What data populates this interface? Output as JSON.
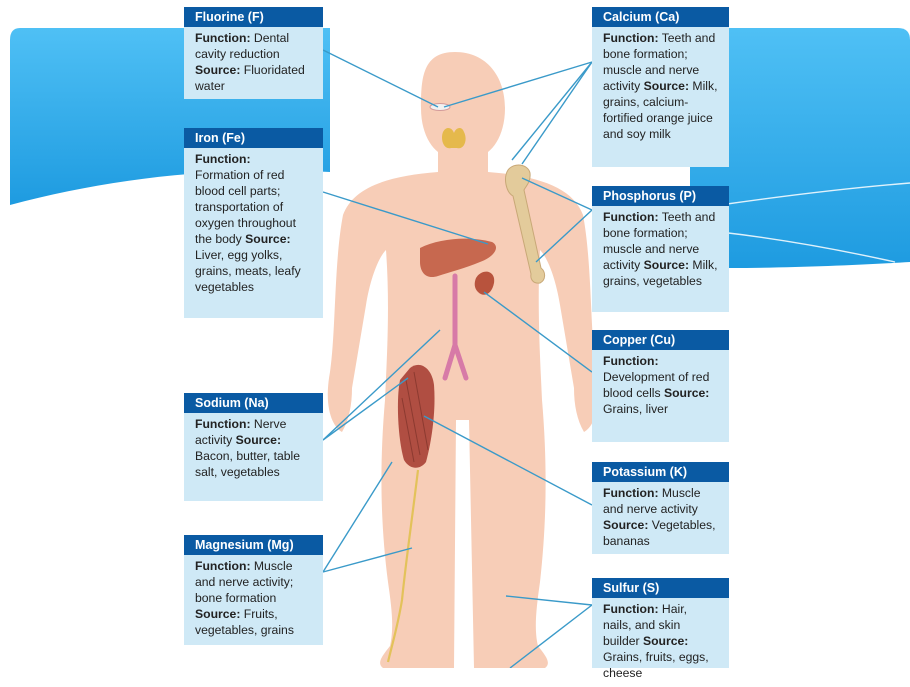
{
  "colors": {
    "header": "#0a5aa3",
    "box": "#cfe9f6",
    "skin": "#f7cdb7",
    "bone": "#e3cb9b",
    "liver": "#c7684f",
    "vessel": "#d77aa7",
    "muscle": "#b04e42",
    "nerve": "#e3c25a",
    "thyroid": "#e5b94c",
    "leader": "#3a9ac9",
    "slide_blue": "#3bb0f0"
  },
  "labels": {
    "function": "Function:",
    "source": "Source:"
  },
  "minerals": [
    {
      "id": "fluorine",
      "title": "Fluorine (F)",
      "function": "Dental cavity reduction",
      "source": "Fluoridated water"
    },
    {
      "id": "iron",
      "title": "Iron (Fe)",
      "function": "Formation of red blood cell parts; transportation of oxygen throughout the body",
      "source": "Liver, egg yolks, grains, meats, leafy vegetables"
    },
    {
      "id": "sodium",
      "title": "Sodium (Na)",
      "function": "Nerve activity",
      "source": "Bacon, butter, table salt, vegetables"
    },
    {
      "id": "magnesium",
      "title": "Magnesium (Mg)",
      "function": "Muscle and nerve activity; bone formation",
      "source": "Fruits, vegetables, grains"
    },
    {
      "id": "calcium",
      "title": "Calcium (Ca)",
      "function": "Teeth and bone formation; muscle and nerve activity",
      "source": "Milk, grains, calcium-fortified orange juice and soy milk"
    },
    {
      "id": "phosphorus",
      "title": "Phosphorus (P)",
      "function": "Teeth and bone formation; muscle and nerve activity",
      "source": "Milk, grains, vegetables"
    },
    {
      "id": "copper",
      "title": "Copper (Cu)",
      "function": "Development of red blood cells",
      "source": "Grains, liver"
    },
    {
      "id": "potassium",
      "title": "Potassium (K)",
      "function": "Muscle and nerve activity",
      "source": "Vegetables, bananas"
    },
    {
      "id": "sulfur",
      "title": "Sulfur (S)",
      "function": "Hair, nails, and skin builder",
      "source": "Grains, fruits, eggs, cheese"
    }
  ]
}
